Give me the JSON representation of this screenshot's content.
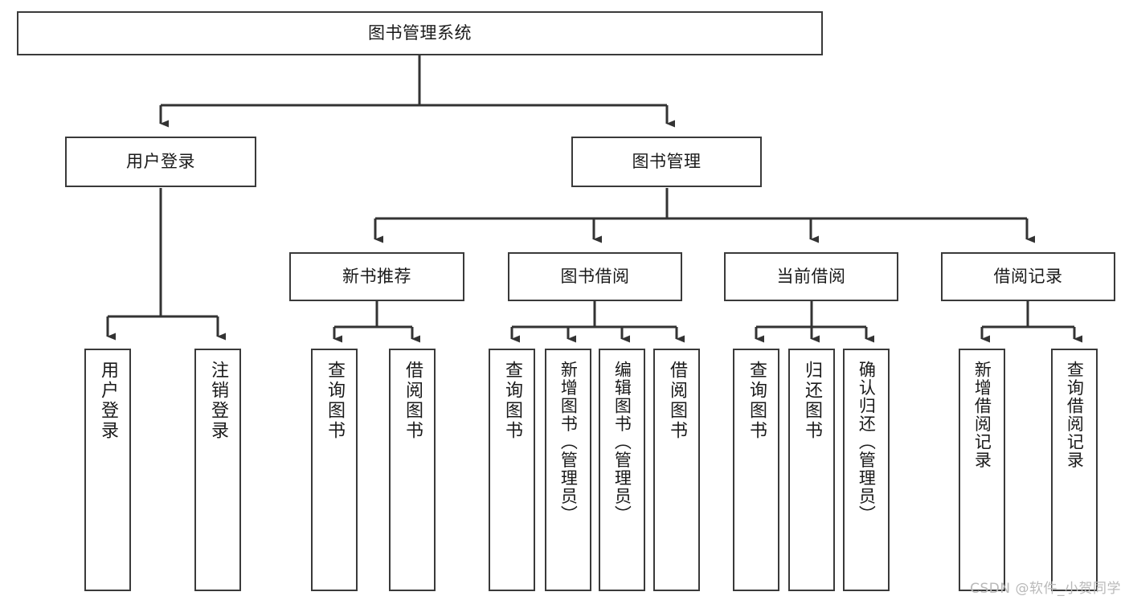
{
  "diagram": {
    "title": "图书管理系统",
    "type": "tree-hierarchy-diagram",
    "colors": {
      "box_border": "#3a3a3a",
      "box_fill": "#ffffff",
      "connector": "#333333",
      "text": "#1a1a1a",
      "watermark": "#b9b9b9",
      "background": "#ffffff"
    },
    "root": {
      "label": "图书管理系统"
    },
    "level2": [
      {
        "label": "用户登录"
      },
      {
        "label": "图书管理"
      }
    ],
    "level3": [
      {
        "label": "新书推荐"
      },
      {
        "label": "图书借阅"
      },
      {
        "label": "当前借阅"
      },
      {
        "label": "借阅记录"
      }
    ],
    "leaves": {
      "user_login": [
        {
          "label": "用户登录"
        },
        {
          "label": "注销登录"
        }
      ],
      "new_book_recommend": [
        {
          "label": "查询图书"
        },
        {
          "label": "借阅图书"
        }
      ],
      "book_borrow": [
        {
          "label": "查询图书"
        },
        {
          "label": "新增图书（管理员）"
        },
        {
          "label": "编辑图书（管理员）"
        },
        {
          "label": "借阅图书"
        }
      ],
      "current_borrow": [
        {
          "label": "查询图书"
        },
        {
          "label": "归还图书"
        },
        {
          "label": "确认归还（管理员）"
        }
      ],
      "borrow_record": [
        {
          "label": "新增借阅记录"
        },
        {
          "label": "查询借阅记录"
        }
      ]
    },
    "watermark": "CSDN @软件_小贺同学"
  }
}
